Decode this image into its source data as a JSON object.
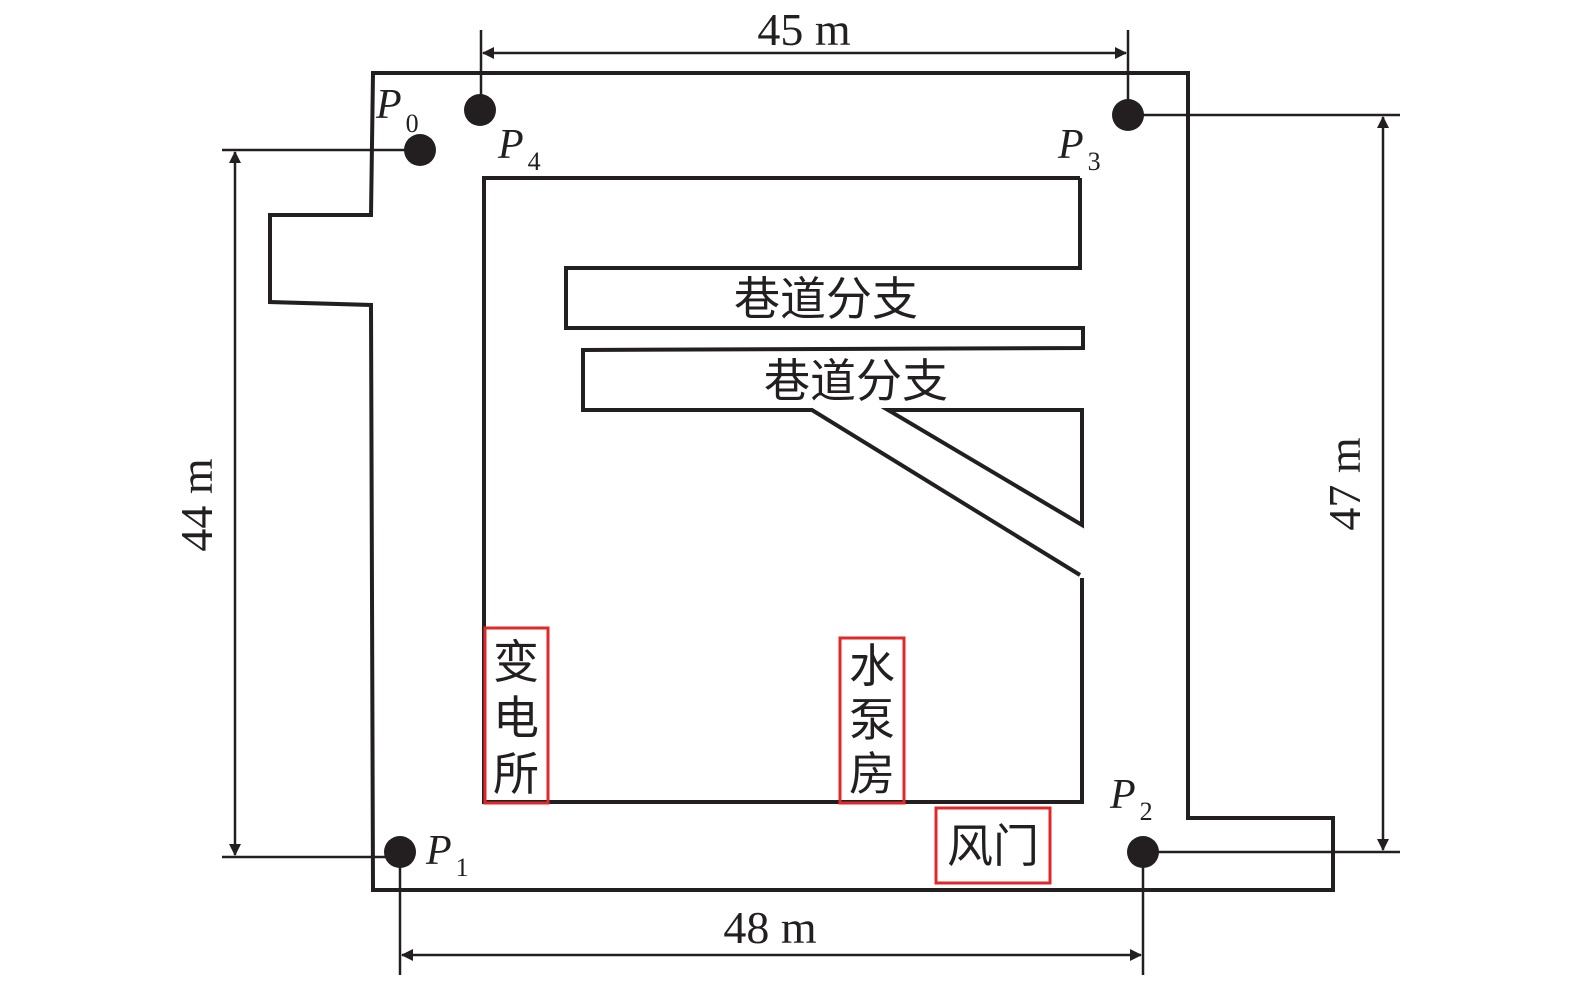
{
  "dimensions": {
    "top": "45 m",
    "left": "44 m",
    "right": "47 m",
    "bottom": "48 m"
  },
  "points": [
    {
      "name": "P",
      "sub": "0"
    },
    {
      "name": "P",
      "sub": "4"
    },
    {
      "name": "P",
      "sub": "3"
    },
    {
      "name": "P",
      "sub": "1"
    },
    {
      "name": "P",
      "sub": "2"
    }
  ],
  "labels": {
    "branch_1": "巷道分支",
    "branch_2": "巷道分支",
    "substation": [
      "变",
      "电",
      "所"
    ],
    "pump_house": [
      "水",
      "泵",
      "房"
    ],
    "air_door": "风门"
  },
  "colors": {
    "line": "#231f20",
    "highlight": "#e0282a"
  }
}
